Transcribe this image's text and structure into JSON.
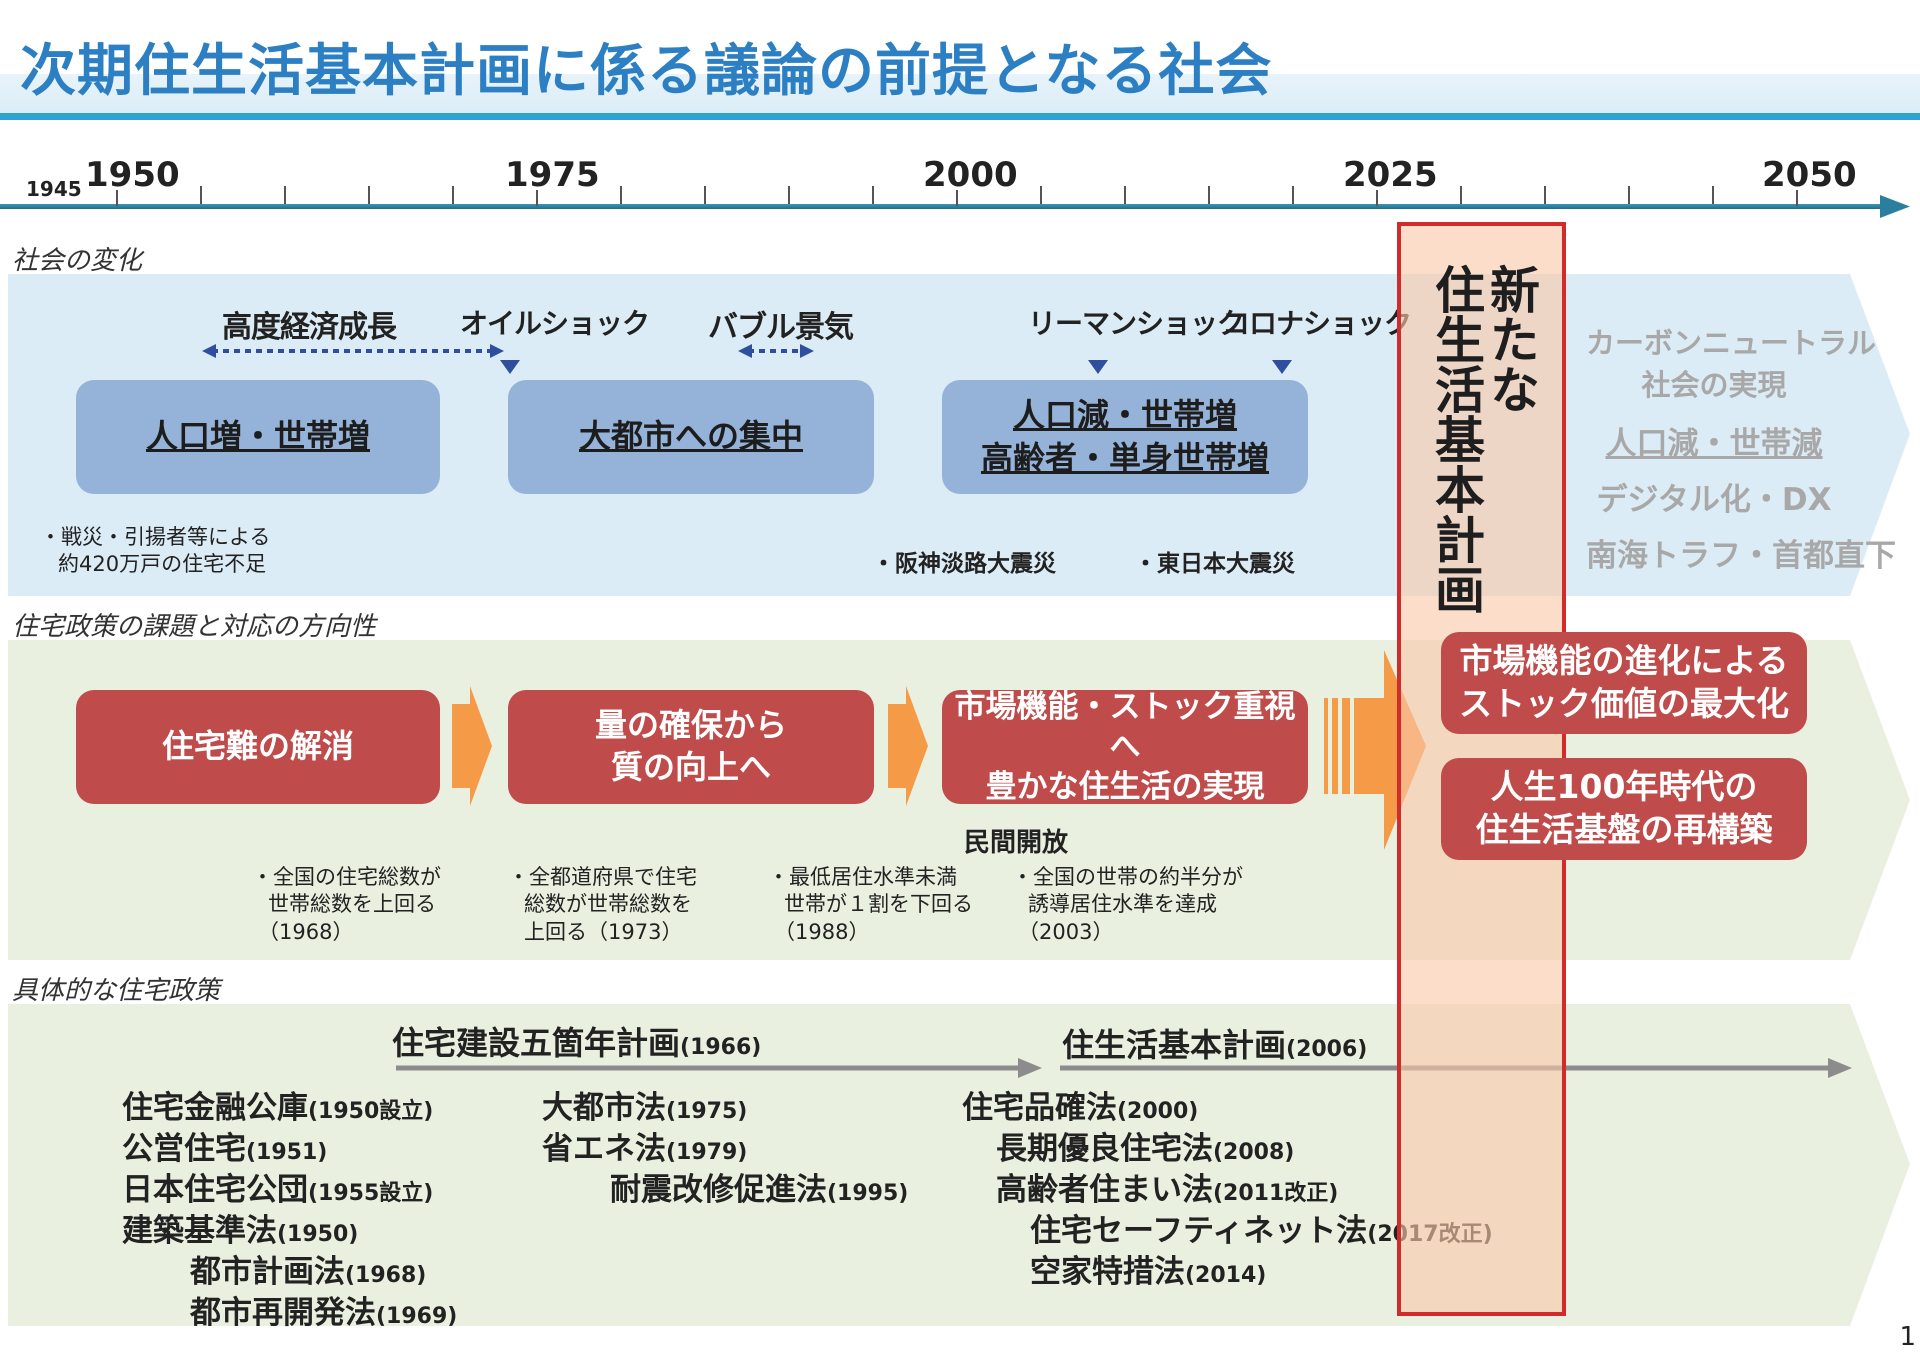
{
  "title": "次期住生活基本計画に係る議論の前提となる社会",
  "timeline": {
    "start_label": "1945",
    "years": [
      "1950",
      "1975",
      "2000",
      "2025",
      "2050"
    ]
  },
  "sections": {
    "social": "社会の変化",
    "policy_direction": "住宅政策の課題と対応の方向性",
    "concrete_policy": "具体的な住宅政策"
  },
  "social": {
    "events": {
      "high_growth": "高度経済成長",
      "oil_shock": "オイルショック",
      "bubble": "バブル景気",
      "lehman": "リーマンショック",
      "corona": "コロナショック"
    },
    "boxes": {
      "box1": "人口増・世帯増",
      "box2": "大都市への集中",
      "box3_line1": "人口減・世帯増",
      "box3_line2": "高齢者・単身世帯増"
    },
    "notes": {
      "war_line1": "・戦災・引揚者等による",
      "war_line2": "約420万戸の住宅不足",
      "hanshin": "・阪神淡路大震災",
      "higashi": "・東日本大震災"
    },
    "future": {
      "carbon_line1": "カーボンニュートラル",
      "carbon_line2": "社会の実現",
      "pop": "人口減・世帯減",
      "dx": "デジタル化・DX",
      "quake": "南海トラフ・首都直下"
    }
  },
  "new_plan": {
    "line1": "新たな",
    "line2": "住生活基本計画"
  },
  "direction": {
    "box1": "住宅難の解消",
    "box2_line1": "量の確保から",
    "box2_line2": "質の向上へ",
    "box3_line1": "市場機能・ストック重視へ",
    "box3_line2": "豊かな住生活の実現",
    "private_open": "民間開放",
    "right1_line1": "市場機能の進化による",
    "right1_line2": "ストック価値の最大化",
    "right2_line1": "人生100年時代の",
    "right2_line2": "住生活基盤の再構築",
    "notes": {
      "n1_l1": "・全国の住宅総数が",
      "n1_l2": "世帯総数を上回る",
      "n1_l3": "（1968）",
      "n2_l1": "・全都道府県で住宅",
      "n2_l2": "総数が世帯総数を",
      "n2_l3": "上回る（1973）",
      "n3_l1": "・最低居住水準未満",
      "n3_l2": "世帯が１割を下回る",
      "n3_l3": "（1988）",
      "n4_l1": "・全国の世帯の約半分が",
      "n4_l2": "誘導居住水準を達成",
      "n4_l3": "（2003）"
    }
  },
  "policies": {
    "plan1_name": "住宅建設五箇年計画",
    "plan1_year": "(1966)",
    "plan2_name": "住生活基本計画",
    "plan2_year": "(2006)",
    "laws": [
      {
        "name": "住宅金融公庫",
        "year": "(1950設立)"
      },
      {
        "name": "公営住宅",
        "year": "(1951)"
      },
      {
        "name": "日本住宅公団",
        "year": "(1955設立)"
      },
      {
        "name": "建築基準法",
        "year": "(1950)"
      },
      {
        "name": "都市計画法",
        "year": "(1968)"
      },
      {
        "name": "都市再開発法",
        "year": "(1969)"
      },
      {
        "name": "大都市法",
        "year": "(1975)"
      },
      {
        "name": "省エネ法",
        "year": "(1979)"
      },
      {
        "name": "耐震改修促進法",
        "year": "(1995)"
      },
      {
        "name": "住宅品確法",
        "year": "(2000)"
      },
      {
        "name": "長期優良住宅法",
        "year": "(2008)"
      },
      {
        "name": "高齢者住まい法",
        "year": "(2011改正)"
      },
      {
        "name": "住宅セーフティネット法",
        "year": "(2017改正)"
      },
      {
        "name": "空家特措法",
        "year": "(2014)"
      }
    ]
  },
  "page_number": "1",
  "colors": {
    "title": "#2b7fc2",
    "title_line": "#2ea3d1",
    "blue_band": "#dcecf6",
    "green_band": "#eaf0e0",
    "blue_box": "#95b2d8",
    "red_box": "#bf4b4a",
    "orange_arrow": "#f59a47",
    "plan_border": "#d22b2b",
    "timeline": "#2a7f9e"
  }
}
